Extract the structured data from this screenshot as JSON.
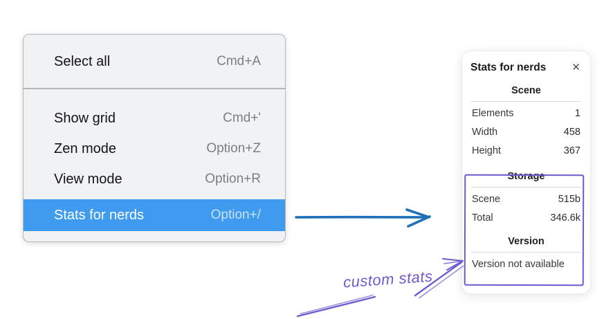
{
  "colors": {
    "menu_highlight": "#3e9bed",
    "menu_highlight_shortcut": "#c9e2f9",
    "blue_arrow": "#1f6fb9",
    "purple_annotation": "#7059cf"
  },
  "icons": {
    "close": "✕"
  },
  "context_menu": {
    "items": [
      {
        "label": "Select all",
        "shortcut": "Cmd+A",
        "highlighted": false
      },
      {
        "label": "Show grid",
        "shortcut": "Cmd+'",
        "highlighted": false
      },
      {
        "label": "Zen mode",
        "shortcut": "Option+Z",
        "highlighted": false
      },
      {
        "label": "View mode",
        "shortcut": "Option+R",
        "highlighted": false
      },
      {
        "label": "Stats for nerds",
        "shortcut": "Option+/",
        "highlighted": true
      }
    ]
  },
  "stats_panel": {
    "title": "Stats for nerds",
    "sections": [
      {
        "heading": "Scene",
        "rows": [
          {
            "label": "Elements",
            "value": "1"
          },
          {
            "label": "Width",
            "value": "458"
          },
          {
            "label": "Height",
            "value": "367"
          }
        ]
      },
      {
        "heading": "Storage",
        "rows": [
          {
            "label": "Scene",
            "value": "515b"
          },
          {
            "label": "Total",
            "value": "346.6k"
          }
        ]
      },
      {
        "heading": "Version",
        "rows": [],
        "note": "Version not available"
      }
    ]
  },
  "annotation": {
    "label": "custom stats"
  }
}
